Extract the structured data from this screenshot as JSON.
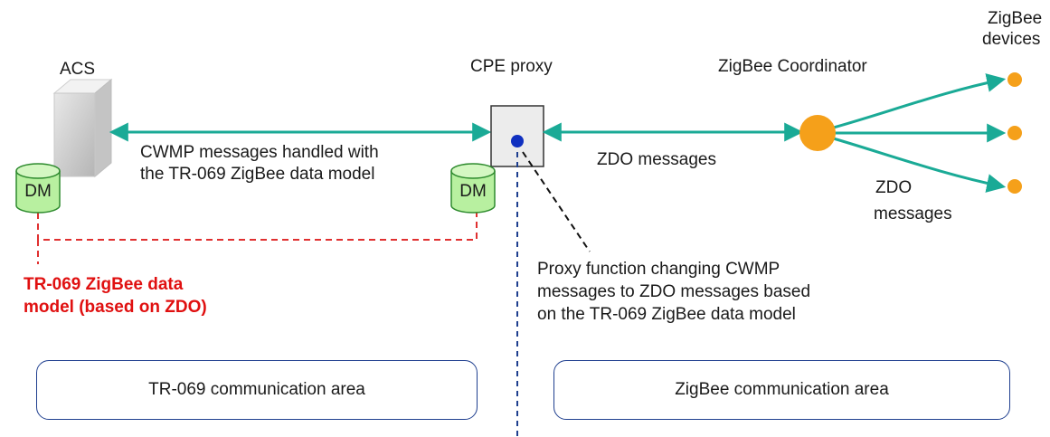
{
  "nodes": {
    "acs": "ACS",
    "cpe_proxy": "CPE proxy",
    "zigbee_coordinator": "ZigBee Coordinator",
    "zigbee_devices_line1": "ZigBee",
    "zigbee_devices_line2": "devices",
    "dm_left": "DM",
    "dm_right": "DM"
  },
  "edges": {
    "cwmp_line1": "CWMP messages handled with",
    "cwmp_line2": "the TR-069 ZigBee data model",
    "zdo_messages": "ZDO messages",
    "zdo_branch_line1": "ZDO",
    "zdo_branch_line2": "messages"
  },
  "annotations": {
    "data_model_line1": "TR-069 ZigBee data",
    "data_model_line2": "model (based on ZDO)",
    "proxy_line1": "Proxy function changing CWMP",
    "proxy_line2": "messages to ZDO messages based",
    "proxy_line3": "on the TR-069 ZigBee data model"
  },
  "areas": {
    "tr069": "TR-069 communication area",
    "zigbee": "ZigBee communication area"
  },
  "colors": {
    "arrow": "#1aaa96",
    "dm_fill": "#b8f0a0",
    "dm_stroke": "#2e8b2e",
    "orange": "#f5a01a",
    "dashed_red": "#e03030",
    "divider_blue": "#1f3f8f",
    "proxy_dot": "#1030c0"
  }
}
